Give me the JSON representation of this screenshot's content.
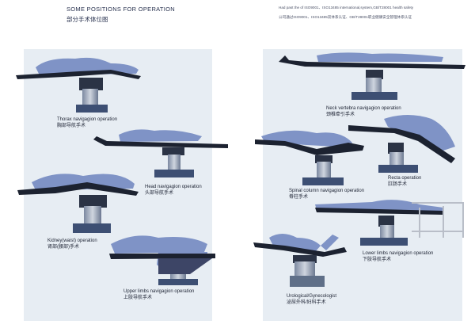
{
  "header": {
    "title": "SOME POSITIONS FOR OPERATION",
    "subtitle": "部分手术体位图",
    "cert_en": "Had past the of ISO9001、ISO13485 international,system,GB/T28001 health safety",
    "cert_cn": "公司通过ISO9001、ISO13485双体系认证、GB/T28001职业健康安全管理体系认证"
  },
  "positions": [
    {
      "en": "Thorax navigagion operation",
      "cn": "胸部导航手术"
    },
    {
      "en": "Head navigagion operation",
      "cn": "头部导航手术"
    },
    {
      "en": "Kidney(waist) operation",
      "cn": "肾部(腰部)手术"
    },
    {
      "en": "Upper limbs navigagion operation",
      "cn": "上肢导航手术"
    },
    {
      "en": "Neck vertebra navigagion operation",
      "cn": "颈椎牵引手术"
    },
    {
      "en": "Spinal column navigagion operation",
      "cn": "脊柱手术"
    },
    {
      "en": "Recta operation",
      "cn": "肛肠手术"
    },
    {
      "en": "Lower limbs navigagion operation",
      "cn": "下肢导航手术"
    },
    {
      "en": "Urological/Gynecologist",
      "cn": "泌尿外科/妇科手术"
    }
  ],
  "colors": {
    "panel": "#e7edf3",
    "patient": "#7f93c6",
    "table_top": "#1c2230",
    "column": "#5f6f88",
    "base": "#3d4f73"
  }
}
